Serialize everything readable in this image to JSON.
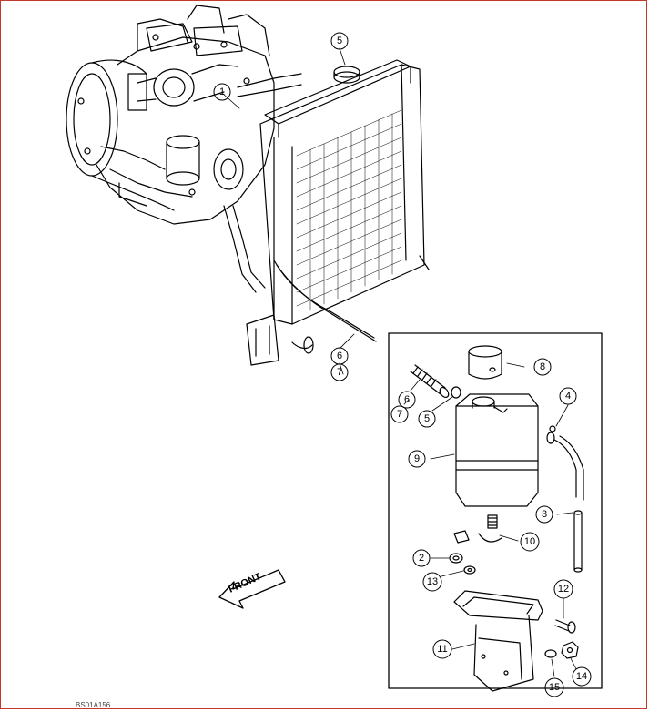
{
  "diagram": {
    "front_label": "FRONT",
    "figure_code": "BS01A156",
    "callouts": {
      "main_1": "1",
      "main_5": "5",
      "main_6": "6",
      "main_7": "7",
      "inset_8": "8",
      "inset_4": "4",
      "inset_6": "6",
      "inset_5": "5",
      "inset_7": "7",
      "inset_9": "9",
      "inset_3": "3",
      "inset_10": "10",
      "inset_2": "2",
      "inset_13": "13",
      "inset_12": "12",
      "inset_11": "11",
      "inset_15": "15",
      "inset_14": "14"
    }
  }
}
